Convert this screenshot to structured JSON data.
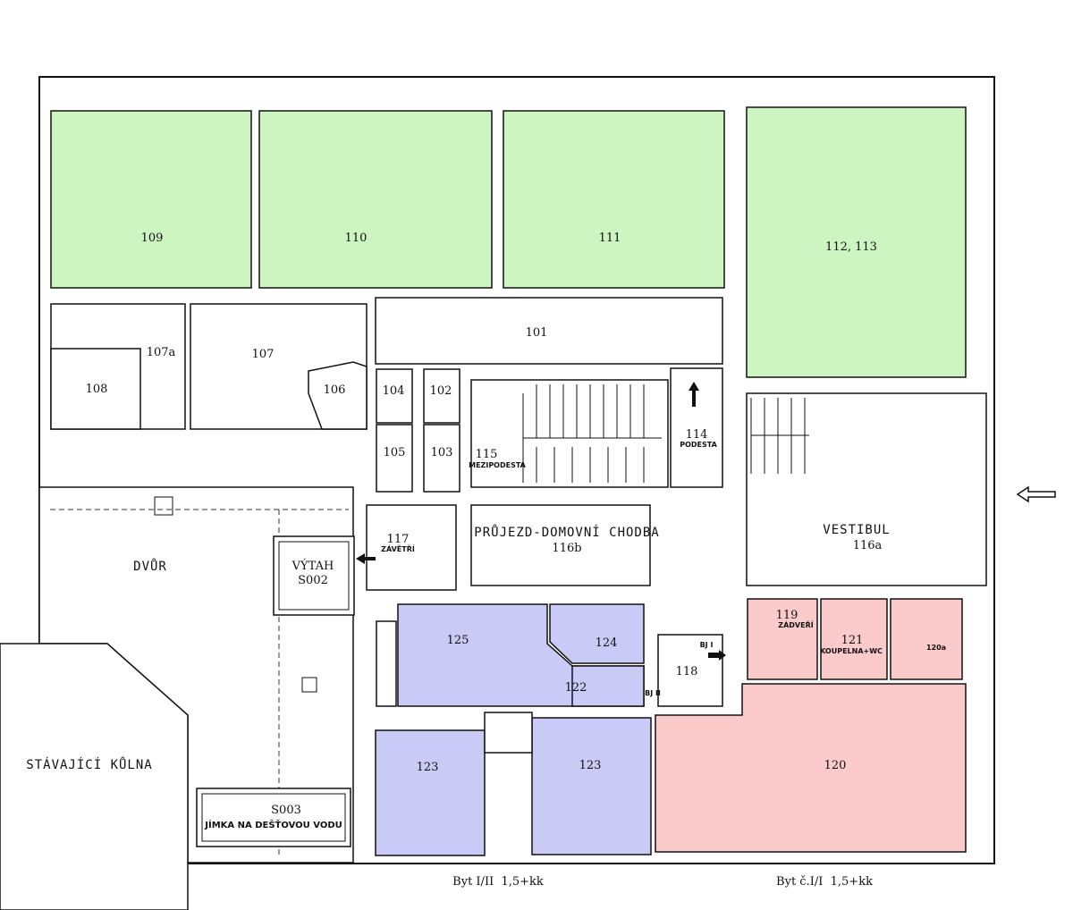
{
  "rooms": {
    "r109": "109",
    "r110": "110",
    "r111": "111",
    "r112": "112, 113",
    "r101": "101",
    "r107a": "107a",
    "r107": "107",
    "r108": "108",
    "r106": "106",
    "r104": "104",
    "r102": "102",
    "r105": "105",
    "r103": "103",
    "r115": "115",
    "r115_sub": "MEZIPODESTA",
    "r114": "114",
    "r114_sub": "PODESTA",
    "r117": "117",
    "r117_sub": "ZÁVĚTŘÍ",
    "r116b_title": "PRŮJEZD-DOMOVNÍ CHODBA",
    "r116b": "116b",
    "vestibul": "VESTIBUL",
    "r116a": "116a",
    "dvur": "DVŮR",
    "vytah": "VÝTAH",
    "s002": "S002",
    "r125": "125",
    "r124": "124",
    "r122": "122",
    "bj2": "BJ II",
    "r118": "118",
    "bj1": "BJ I",
    "r119": "119",
    "r119_sub": "ZÁDVEŘÍ",
    "r121": "121",
    "r121_sub": "KOUPELNA+WC",
    "r120a": "120a",
    "r123_left": "123",
    "r123_right": "123",
    "r120": "120",
    "kulna": "STÁVAJÍCÍ KŮLNA",
    "s003": "S003",
    "jimka": "JÍMKA NA DEŠŤOVOU VODU"
  },
  "footer": {
    "byt_left": "Byt I/II  1,5+kk",
    "byt_right": "Byt č.I/I  1,5+kk"
  },
  "colors": {
    "green": "#ccf5c2",
    "blue": "#cacaf7",
    "pink": "#fbcaca"
  }
}
